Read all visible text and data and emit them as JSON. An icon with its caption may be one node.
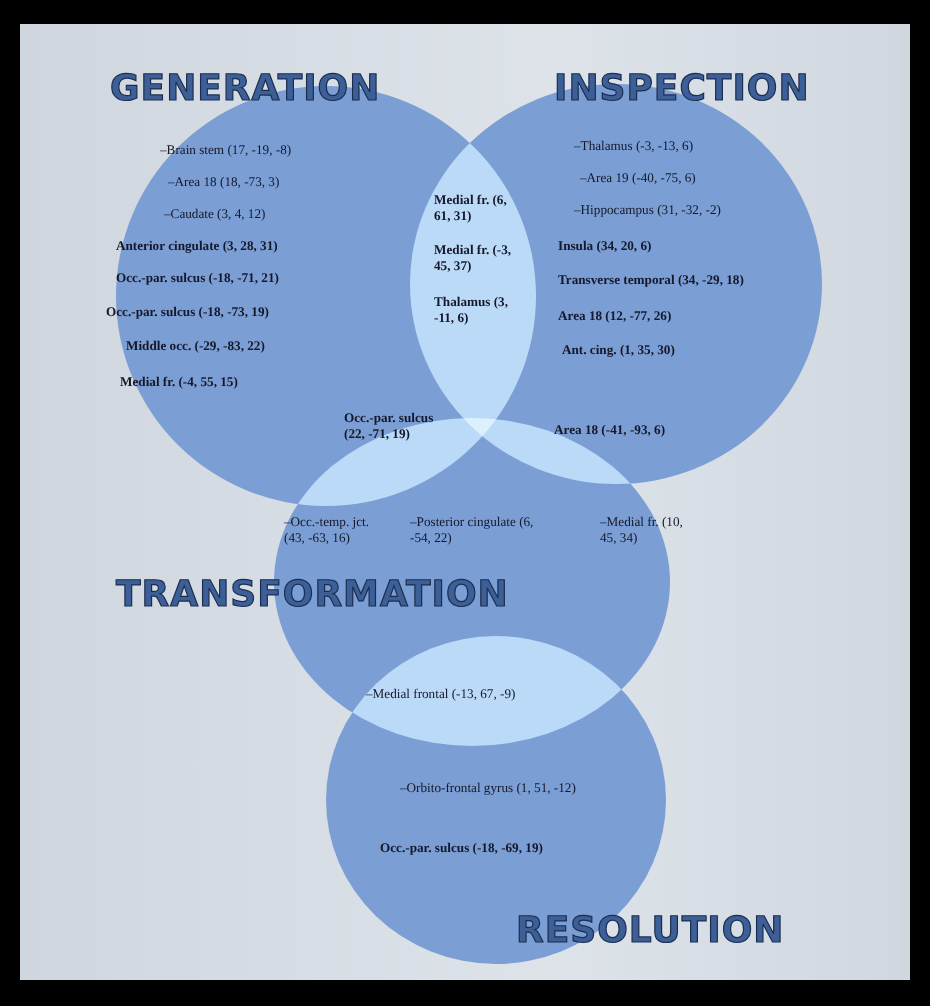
{
  "diagram": {
    "nodes": [
      {
        "text": [
          "GENERATION"
        ]
      },
      {
        "text": [
          "INSPECTION"
        ]
      },
      {
        "text": [
          "TRANSFORMATION"
        ]
      },
      {
        "text": [
          "RESOLUTION"
        ]
      }
    ],
    "labels": [
      "–Brain stem (17, -19, -8)",
      "–Area 18 (18, -73, 3)",
      "–Caudate (3, 4, 12)",
      "Anterior cingulate (3, 28, 31)",
      "Occ.-par. sulcus (-18, -71, 21)",
      "Occ.-par. sulcus (-18, -73, 19)",
      "Middle occ. (-29, -83, 22)",
      "Medial fr. (-4, 55, 15)",
      "Medial fr. (6, 61, 31)",
      "Medial fr. (-3, 45, 37)",
      "Thalamus (3, -11, 6)",
      "–Thalamus (-3, -13, 6)",
      "–Area 19 (-40, -75, 6)",
      "–Hippocampus (31, -32, -2)",
      "Insula (34, 20, 6)",
      "Transverse temporal (34, -29, 18)",
      "Area 18 (12, -77, 26)",
      "Ant. cing. (1, 35, 30)",
      "Occ.-par. sulcus (22, -71, 19)",
      "Area 18 (-41, -93, 6)",
      "–Occ.-temp. jct. (43, -63, 16)",
      "–Posterior cingulate (6, -54, 22)",
      "–Medial fr. (10, 45, 34)",
      "–Medial frontal (-13, 67, -9)",
      "–Orbito-frontal gyrus (1, 51, -12)",
      "Occ.-par. sulcus (-18, -69, 19)"
    ]
  }
}
